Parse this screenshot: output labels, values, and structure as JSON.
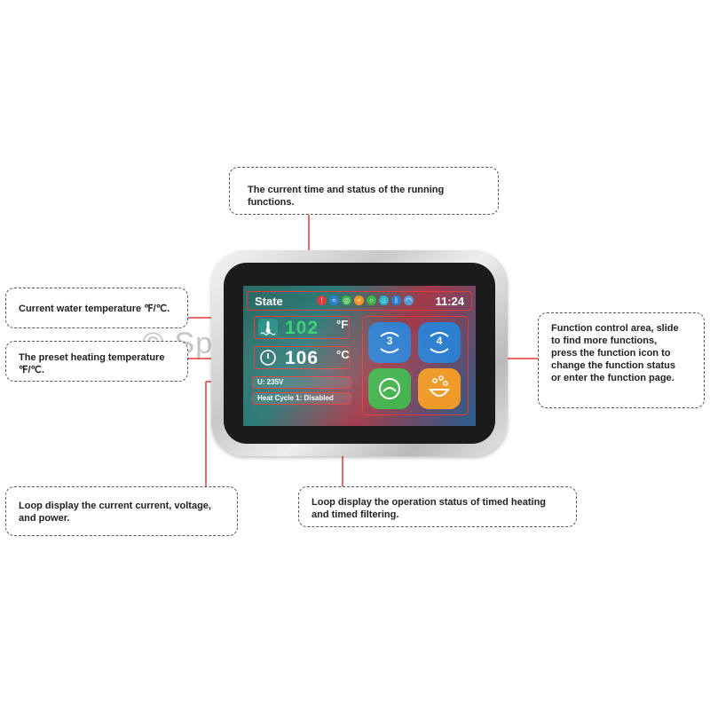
{
  "callouts": {
    "time_status": [
      "The current time and status of the running",
      "functions."
    ],
    "current_temp": [
      "Current water temperature ℉/℃."
    ],
    "preset_temp": [
      "The preset heating temperature",
      "℉/℃."
    ],
    "function_area": [
      "Function control area, slide",
      "to find more functions,",
      "press the function icon to",
      "change the function status",
      "or enter the function page."
    ],
    "power_loop": [
      "Loop display the current  current, voltage,",
      "and power."
    ],
    "heat_loop": [
      "Loop display the operation status of timed heating",
      "and timed filtering."
    ]
  },
  "screen": {
    "state_label": "State",
    "time": "11:24",
    "current_temp": {
      "value": "102",
      "unit": "°F",
      "color": "#35d06a"
    },
    "preset_temp": {
      "value": "106",
      "unit": "°C",
      "color": "#ffffff"
    },
    "voltage_text": "U: 235V",
    "heat_cycle_text": "Heat Cycle 1: Disabled",
    "functions": [
      {
        "name": "jet-3",
        "number": "3",
        "color": "#2f7fd0"
      },
      {
        "name": "jet-4",
        "number": "4",
        "color": "#2f7fd0"
      },
      {
        "name": "filter",
        "number": "",
        "color": "#3fb24a"
      },
      {
        "name": "bubbles",
        "number": "",
        "color": "#f09a2a"
      }
    ]
  },
  "watermark": "© SpaComponents"
}
